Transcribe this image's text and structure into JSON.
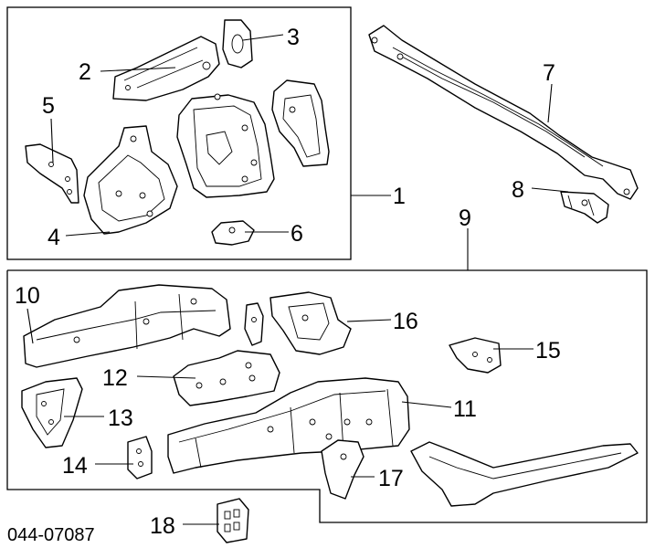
{
  "diagram": {
    "callouts": {
      "c1": "1",
      "c2": "2",
      "c3": "3",
      "c4": "4",
      "c5": "5",
      "c6": "6",
      "c7": "7",
      "c8": "8",
      "c9": "9",
      "c10": "10",
      "c11": "11",
      "c12": "12",
      "c13": "13",
      "c14": "14",
      "c15": "15",
      "c16": "16",
      "c17": "17",
      "c18": "18"
    },
    "drawing_code": "044-07087"
  }
}
